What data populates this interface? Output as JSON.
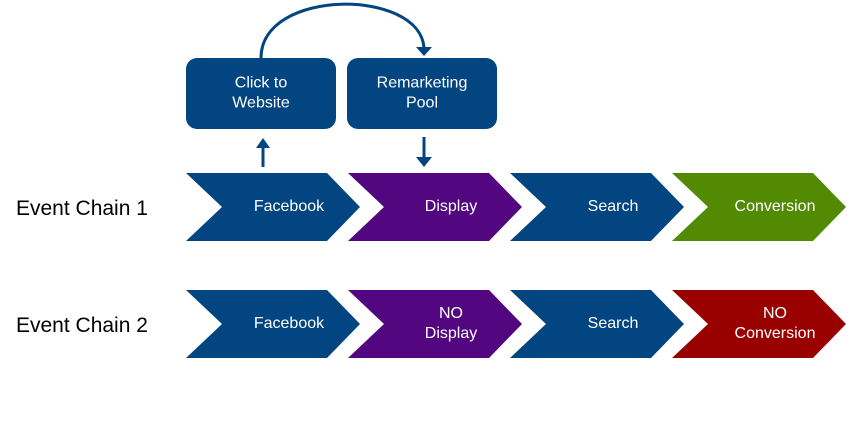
{
  "colors": {
    "blue": "#034580",
    "purple": "#520780",
    "green": "#528a03",
    "red": "#990000",
    "text_dark": "#000000",
    "text_light": "#ffffff"
  },
  "top_boxes": [
    {
      "id": "click",
      "lines": [
        "Click to",
        "Website"
      ],
      "color": "blue"
    },
    {
      "id": "pool",
      "lines": [
        "Remarketing",
        "Pool"
      ],
      "color": "blue"
    }
  ],
  "connectors": [
    {
      "from": "chain1.facebook",
      "to": "click",
      "kind": "up-arrow"
    },
    {
      "from": "click",
      "to": "pool",
      "kind": "curved-arrow"
    },
    {
      "from": "pool",
      "to": "chain1.display",
      "kind": "down-arrow"
    }
  ],
  "chains": [
    {
      "label": "Event Chain 1",
      "steps": [
        {
          "lines": [
            "Facebook"
          ],
          "color": "blue"
        },
        {
          "lines": [
            "Display"
          ],
          "color": "purple"
        },
        {
          "lines": [
            "Search"
          ],
          "color": "blue"
        },
        {
          "lines": [
            "Conversion"
          ],
          "color": "green"
        }
      ]
    },
    {
      "label": "Event Chain 2",
      "steps": [
        {
          "lines": [
            "Facebook"
          ],
          "color": "blue"
        },
        {
          "lines": [
            "NO",
            "Display"
          ],
          "color": "purple"
        },
        {
          "lines": [
            "Search"
          ],
          "color": "blue"
        },
        {
          "lines": [
            "NO",
            "Conversion"
          ],
          "color": "red"
        }
      ]
    }
  ]
}
